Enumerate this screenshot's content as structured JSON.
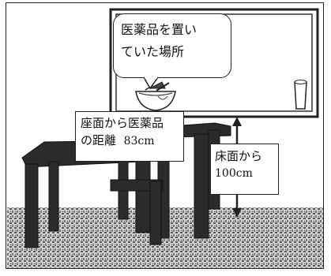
{
  "callout": {
    "line1": "医薬品を置い",
    "line2": "ていた場所"
  },
  "seat_label": {
    "line1": "座面から医薬品",
    "line2_text": "の距離",
    "line2_value": "83cm"
  },
  "floor_label": {
    "line1": "床面から",
    "line2": "100cm"
  },
  "colors": {
    "furniture": "#2b2b2b",
    "floor": "#888888",
    "frame": "#222222"
  }
}
